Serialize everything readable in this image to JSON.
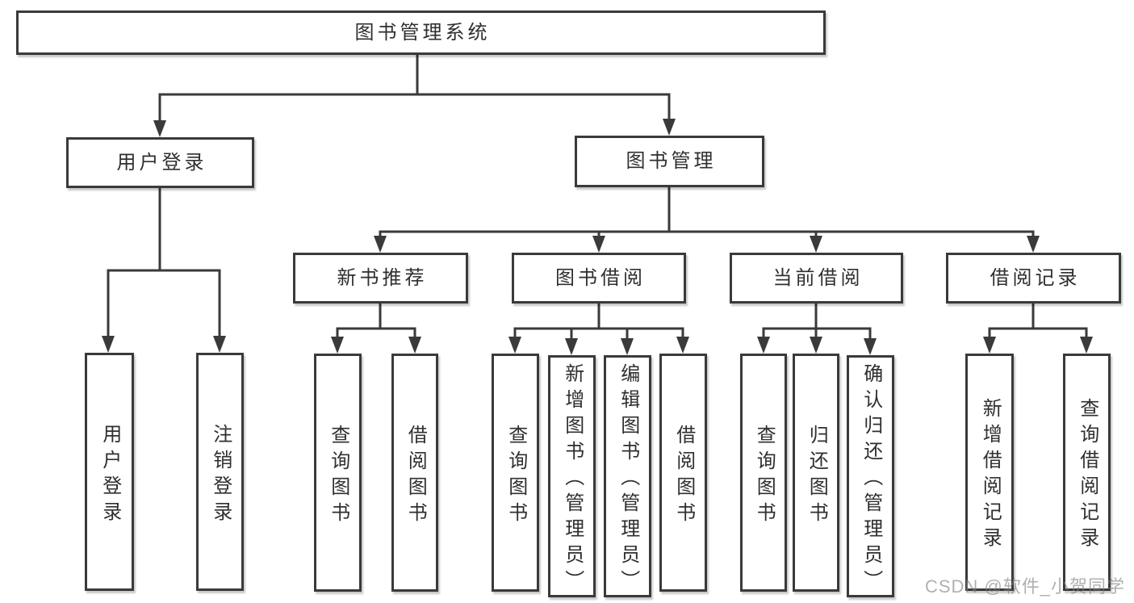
{
  "tree": {
    "label": "图书管理系统",
    "children": [
      {
        "label": "用户登录",
        "children": [
          {
            "label": "用户登录"
          },
          {
            "label": "注销登录"
          }
        ]
      },
      {
        "label": "图书管理",
        "children": [
          {
            "label": "新书推荐",
            "children": [
              {
                "label": "查询图书"
              },
              {
                "label": "借阅图书"
              }
            ]
          },
          {
            "label": "图书借阅",
            "children": [
              {
                "label": "查询图书"
              },
              {
                "label": "新增图书（管理员）"
              },
              {
                "label": "编辑图书（管理员）"
              },
              {
                "label": "借阅图书"
              }
            ]
          },
          {
            "label": "当前借阅",
            "children": [
              {
                "label": "查询图书"
              },
              {
                "label": "归还图书"
              },
              {
                "label": "确认归还（管理员）"
              }
            ]
          },
          {
            "label": "借阅记录",
            "children": [
              {
                "label": "新增借阅记录"
              },
              {
                "label": "查询借阅记录"
              }
            ]
          }
        ]
      }
    ]
  },
  "watermark": {
    "text": "CSDN @软件_小贺同学"
  },
  "colors": {
    "line": "#3a3a3a",
    "box_border": "#3a3a3a",
    "text": "#2f2f2f",
    "background": "#ffffff",
    "watermark": "#9a9a9a"
  }
}
